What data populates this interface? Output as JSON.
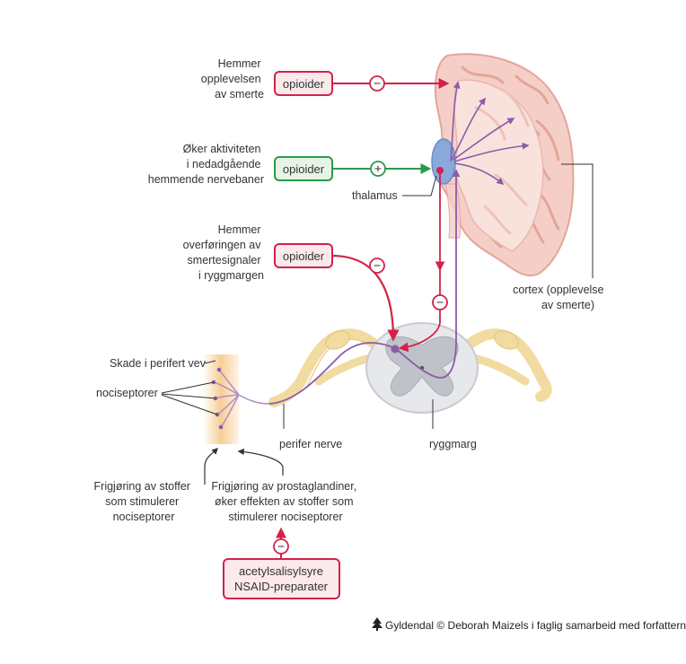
{
  "labels": {
    "opioid_effect_1": [
      "Hemmer",
      "opplevelsen",
      "av smerte"
    ],
    "opioid_effect_2": [
      "Øker aktiviteten",
      "i nedadgående",
      "hemmende nervebaner"
    ],
    "opioid_effect_3": [
      "Hemmer",
      "overføringen av",
      "smertesignaler",
      "i ryggmargen"
    ],
    "opioid_box": "opioider",
    "thalamus": "thalamus",
    "cortex": [
      "cortex (opplevelse",
      "av smerte)"
    ],
    "tissue_damage": "Skade i perifert vev",
    "nociceptors": "nociseptorer",
    "peripheral_nerve": "perifer nerve",
    "spinal_cord": "ryggmarg",
    "release_1": [
      "Frigjøring av stoffer",
      "som stimulerer",
      "nociseptorer"
    ],
    "release_2": [
      "Frigjøring av prostaglandiner,",
      "øker effekten av stoffer som",
      "stimulerer nociseptorer"
    ],
    "nsaid_box": [
      "acetylsalisylsyre",
      "NSAID-preparater"
    ],
    "minus": "−",
    "plus": "+"
  },
  "credit": "Gyldendal © Deborah Maizels i faglig samarbeid med forfatterne",
  "colors": {
    "red": "#d2224a",
    "red_fill": "#fbe9eb",
    "green": "#2a9a4b",
    "green_fill": "#e6f4e8",
    "purple": "#8b5ca8",
    "brain_fill": "#f5cfc7",
    "brain_stroke": "#e3a59a",
    "thalamus_fill": "#8aa8dc",
    "nerve_yellow": "#f2dba0",
    "gray_matter": "#bfc2c8",
    "cord_fill": "#e7e8eb",
    "tissue": "#f6c98a"
  },
  "icons": [
    "tree-logo-icon"
  ]
}
